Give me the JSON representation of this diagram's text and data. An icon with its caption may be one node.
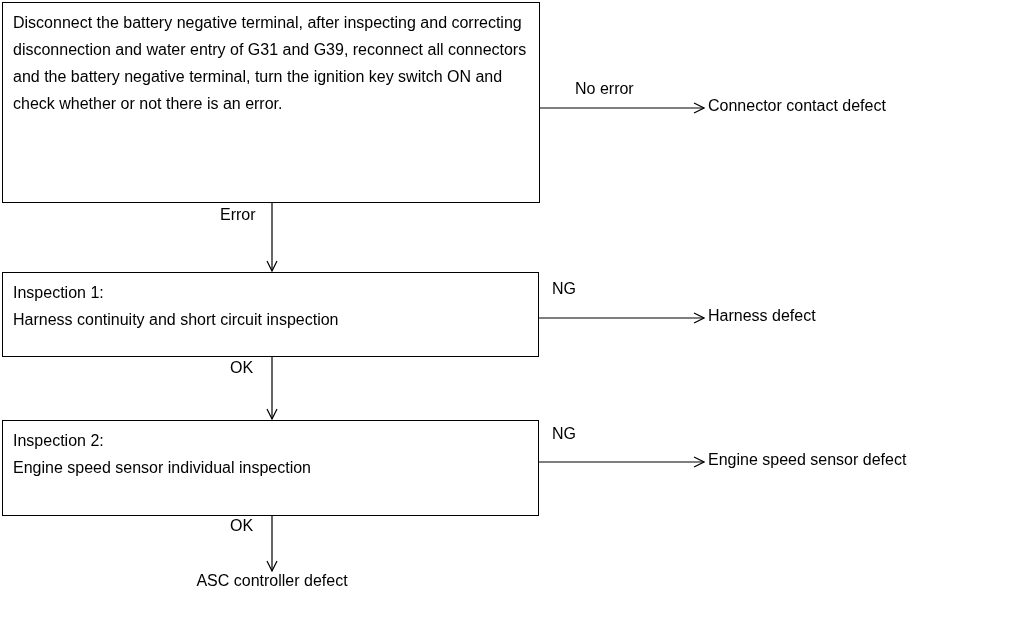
{
  "diagram": {
    "nodes": [
      {
        "text": [
          "Disconnect the battery negative terminal, after inspecting and correcting disconnection and water entry of G31 and G39, reconnect all connectors and the battery negative terminal, turn the ignition key switch ON and check whether or not there is an error."
        ]
      },
      {
        "text": [
          "Connector contact defect"
        ]
      },
      {
        "text": [
          "Inspection 1:",
          "Harness continuity and short circuit inspection"
        ]
      },
      {
        "text": [
          "Harness defect"
        ]
      },
      {
        "text": [
          "Inspection 2:",
          "Engine speed sensor individual inspection"
        ]
      },
      {
        "text": [
          "Engine speed sensor defect"
        ]
      },
      {
        "text": [
          "ASC controller defect"
        ]
      }
    ],
    "edges": [
      {
        "from": 0,
        "to": 1,
        "arrow": "to",
        "label": "No error"
      },
      {
        "from": 0,
        "to": 2,
        "arrow": "to",
        "label": "Error"
      },
      {
        "from": 2,
        "to": 3,
        "arrow": "to",
        "label": "NG"
      },
      {
        "from": 2,
        "to": 4,
        "arrow": "to",
        "label": "OK"
      },
      {
        "from": 4,
        "to": 5,
        "arrow": "to",
        "label": "NG"
      },
      {
        "from": 4,
        "to": 6,
        "arrow": "to",
        "label": "OK"
      }
    ]
  }
}
